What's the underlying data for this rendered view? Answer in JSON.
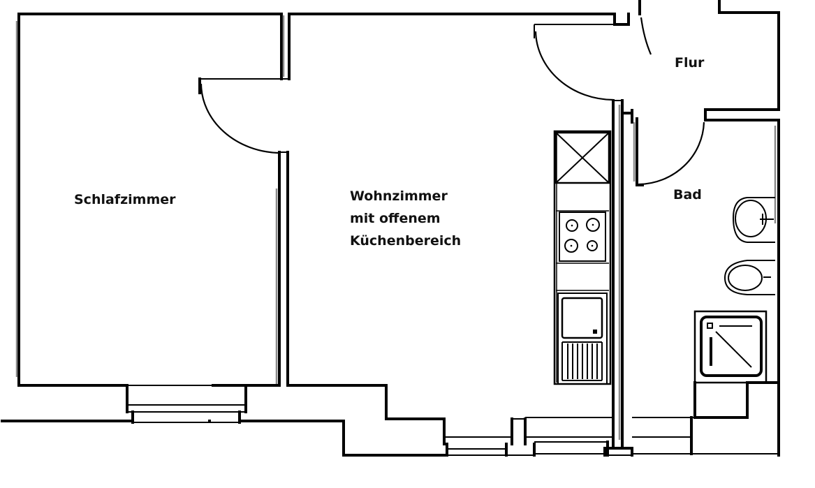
{
  "plan": {
    "type": "apartment-floor-plan",
    "line_color": "#000000",
    "background": "#ffffff",
    "rooms": [
      {
        "id": "schlafzimmer",
        "label": "Schlafzimmer"
      },
      {
        "id": "wohnzimmer",
        "label_lines": [
          "Wohnzimmer",
          "mit offenem",
          "Küchenbereich"
        ]
      },
      {
        "id": "flur",
        "label": "Flur"
      },
      {
        "id": "bad",
        "label": "Bad"
      }
    ],
    "fixtures": {
      "kitchen": [
        "fridge",
        "cooktop-4-burners",
        "sink-with-drainboard"
      ],
      "bathroom": [
        "washbasin",
        "toilet",
        "shower-tray"
      ]
    }
  }
}
